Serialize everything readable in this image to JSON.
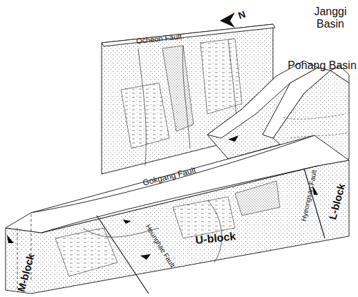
{
  "diagram": {
    "labels": [
      "Janggi Basin",
      "N",
      "Pohang Basin",
      "Ocheon Fault",
      "Gokgang Fault",
      "Heunghae Fault",
      "Hyeongsan Fault",
      "U-block",
      "M-block",
      "L-block"
    ]
  }
}
